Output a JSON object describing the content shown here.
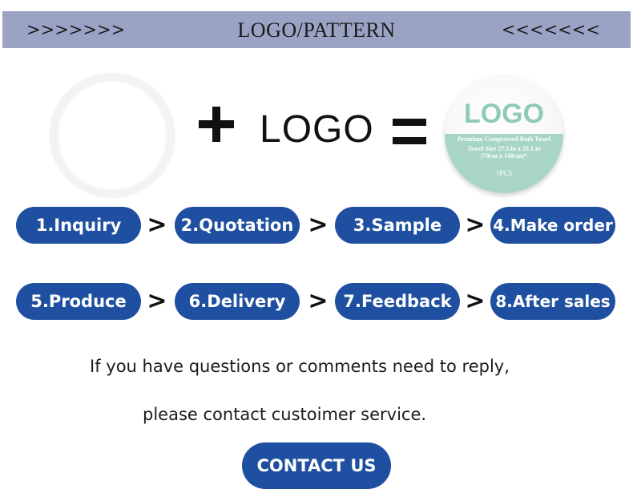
{
  "header": {
    "arrows_left": ">>>>>>>",
    "title": "LOGO/PATTERN",
    "arrows_right": "<<<<<<<"
  },
  "equation": {
    "plus": "+",
    "logo_word": "LOGO",
    "equals": "="
  },
  "product": {
    "logo": "LOGO",
    "subtitle": "Premium Compressed Bath Towel",
    "size_line1": "Towel Size 27.5 in x 55.1 in",
    "size_line2": "(70cm x 140cm)*",
    "count": "1PCS",
    "accent_color": "#a9d5c4"
  },
  "steps": {
    "separator": ">",
    "row1": [
      "1.Inquiry",
      "2.Quotation",
      "3.Sample",
      "4.Make order"
    ],
    "row2": [
      "5.Produce",
      "6.Delivery",
      "7.Feedback",
      "8.After sales"
    ]
  },
  "message": {
    "line1": "If you have questions or comments need to reply,",
    "line2": "please contact custoimer service."
  },
  "contact_button": {
    "label": "CONTACT US"
  },
  "colors": {
    "header_band": "#9aa3c4",
    "pill_blue": "#1f4fa0"
  }
}
